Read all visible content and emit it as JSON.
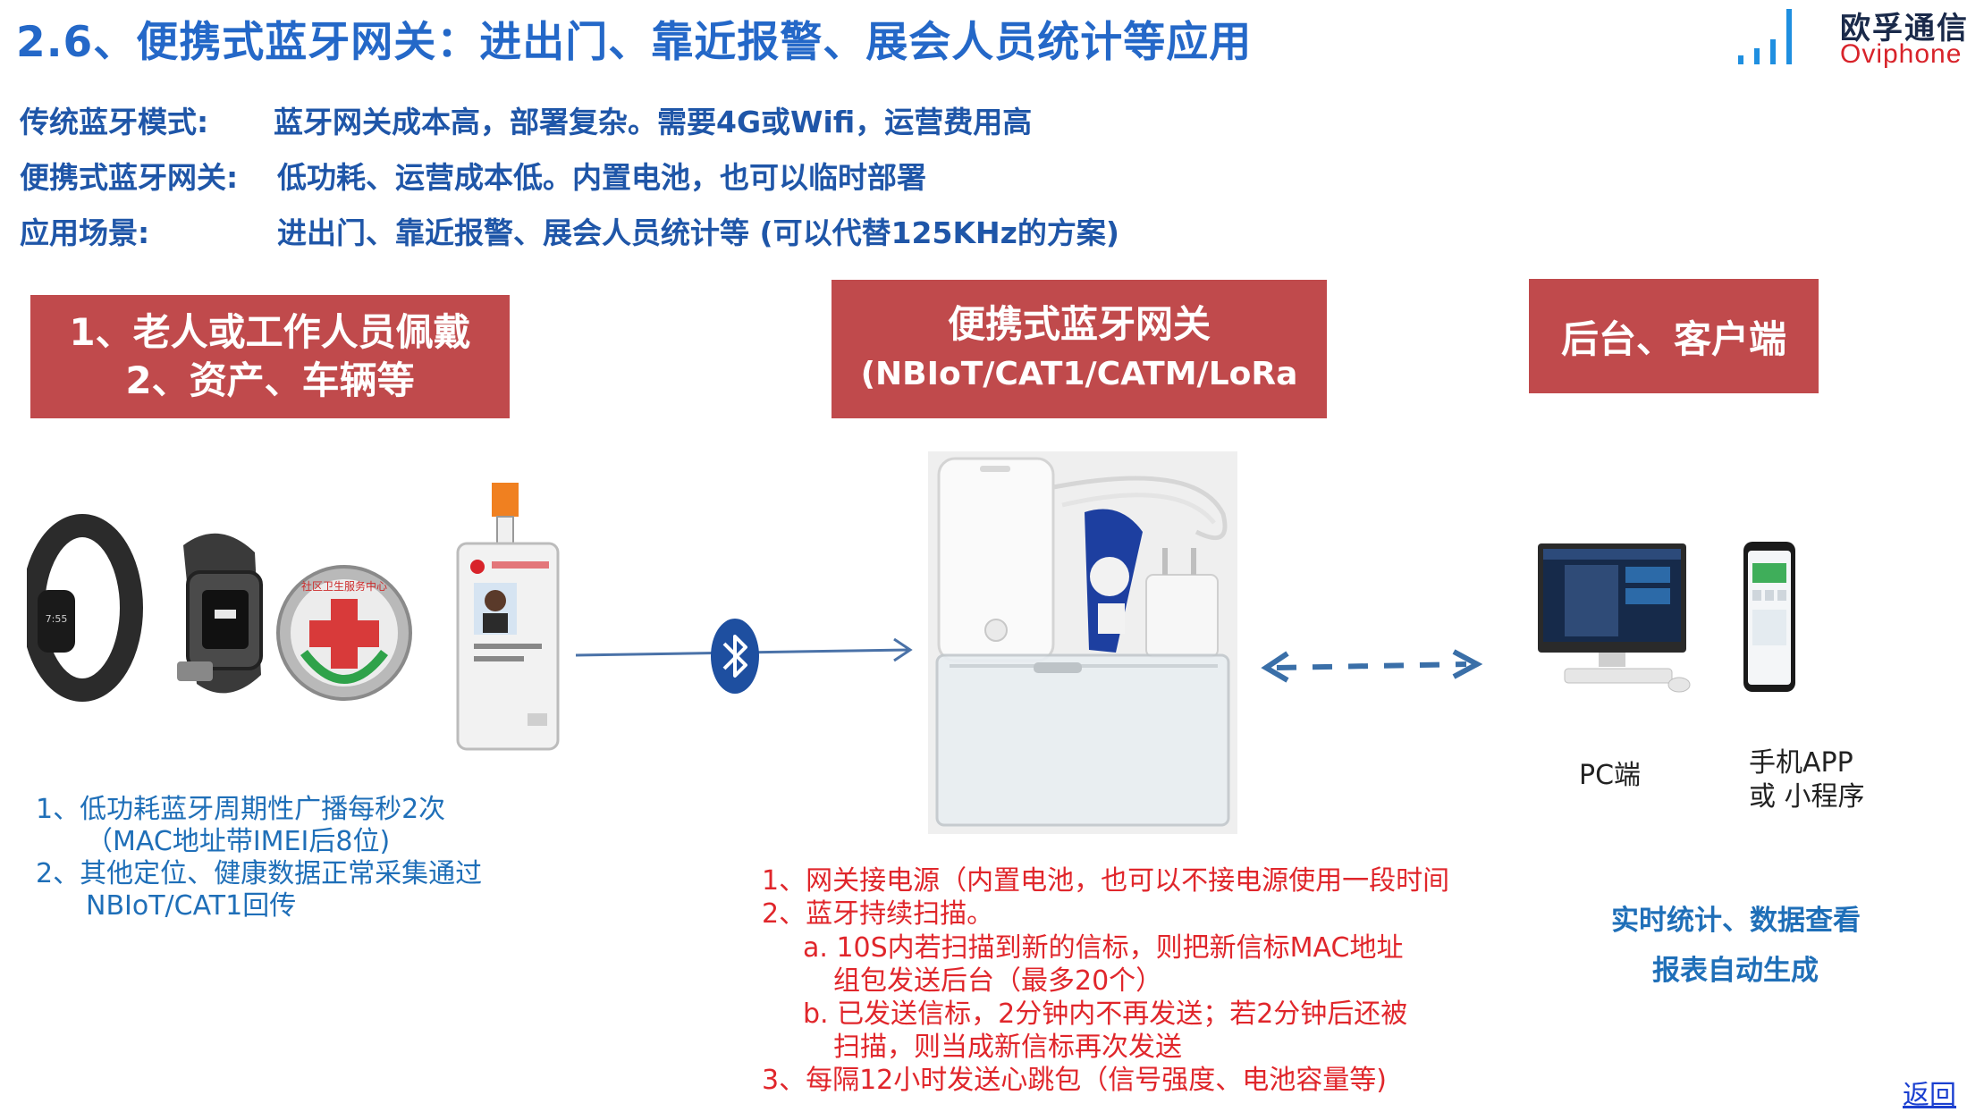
{
  "title": "2.6、便携式蓝牙网关：进出门、靠近报警、展会人员统计等应用",
  "logo": {
    "cn": "欧孚通信",
    "en": "Oviphone",
    "brand_red": "#d8232a",
    "brand_blue": "#1f8fe0"
  },
  "info": [
    {
      "label": "传统蓝牙模式:",
      "text": "蓝牙网关成本高，部署复杂。需要4G或Wifi，运营费用高"
    },
    {
      "label": "便携式蓝牙网关:",
      "text": "低功耗、运营成本低。内置电池，也可以临时部署"
    },
    {
      "label": "应用场景:",
      "text": "进出门、靠近报警、展会人员统计等 (可以代替125KHz的方案)"
    }
  ],
  "boxes": {
    "wearers": {
      "line1": "1、老人或工作人员佩戴",
      "line2": "2、资产、车辆等"
    },
    "gateway": {
      "line1": "便携式蓝牙网关",
      "line2": "(NBIoT/CAT1/CATM/LoRa"
    },
    "backend": {
      "line1": "后台、客户端"
    }
  },
  "devices": {
    "band_time": "7:55",
    "badge_text": "社区卫生服务中心"
  },
  "left_notes": [
    "1、低功耗蓝牙周期性广播每秒2次",
    "（MAC地址带IMEI后8位)",
    "2、其他定位、健康数据正常采集通过",
    "NBIoT/CAT1回传"
  ],
  "gateway_notes": [
    "1、网关接电源（内置电池，也可以不接电源使用一段时间",
    "2、蓝牙持续扫描。",
    "a. 10S内若扫描到新的信标，则把新信标MAC地址",
    "组包发送后台（最多20个）",
    "b. 已发送信标，2分钟内不再发送；若2分钟后还被",
    "扫描，则当成新信标再次发送",
    "3、每隔12小时发送心跳包（信号强度、电池容量等)"
  ],
  "clients": {
    "pc": "PC端",
    "app_line1": "手机APP",
    "app_line2": "或 小程序"
  },
  "features": [
    "实时统计、数据查看",
    "报表自动生成"
  ],
  "back": "返回",
  "colors": {
    "title_blue": "#2468c8",
    "box_red": "#c04a4c",
    "note_red": "#e0262b",
    "note_blue": "#1f6fb8",
    "arrow_blue": "#3a6fa8"
  }
}
